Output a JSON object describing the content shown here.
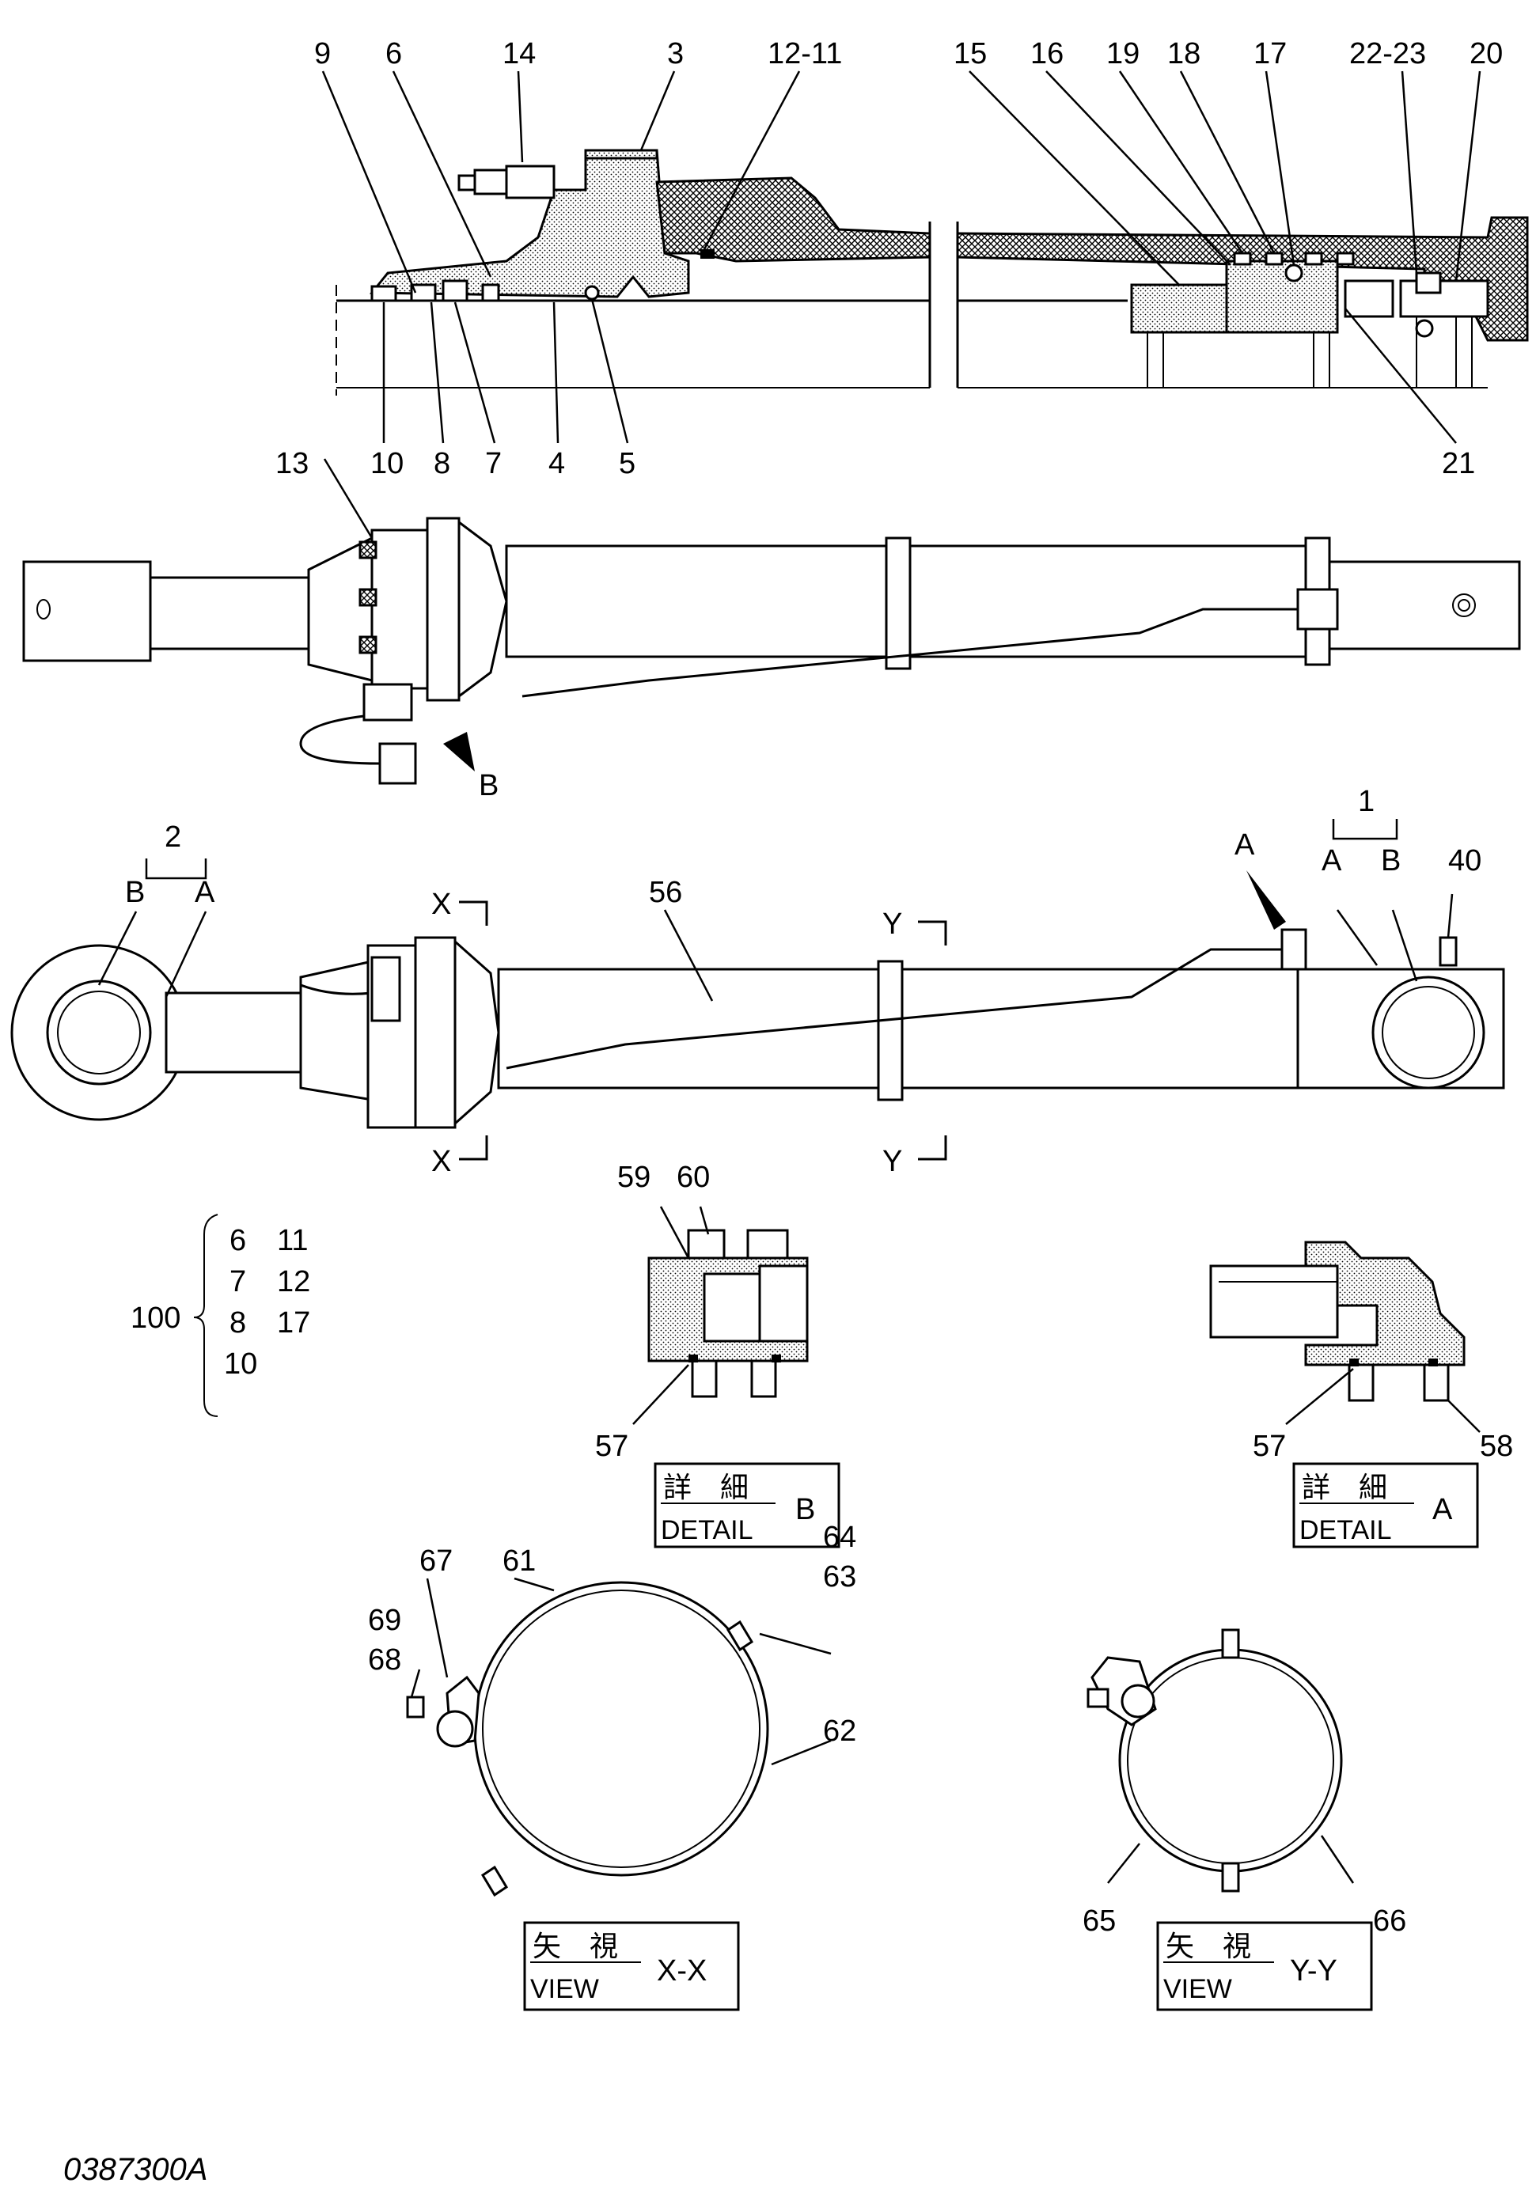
{
  "drawing_number": "0387300A",
  "callouts": {
    "top": [
      "9",
      "6",
      "14",
      "3",
      "12-11",
      "15",
      "16",
      "19",
      "18",
      "17",
      "22-23",
      "20"
    ],
    "top_bottom": [
      "10",
      "8",
      "7",
      "4",
      "5",
      "21"
    ],
    "mid": [
      "13",
      "B"
    ],
    "main": [
      "2",
      "B",
      "A",
      "X",
      "Y",
      "56",
      "Y",
      "1",
      "A",
      "B",
      "40",
      "A",
      "X"
    ],
    "detail_b": [
      "59",
      "60",
      "57"
    ],
    "detail_a": [
      "57",
      "58"
    ],
    "view_x": [
      "67",
      "61",
      "69",
      "68",
      "64",
      "63",
      "62"
    ],
    "view_y": [
      "65",
      "66"
    ]
  },
  "kit": {
    "number": "100",
    "col1": [
      "6",
      "7",
      "8",
      "10"
    ],
    "col2": [
      "11",
      "12",
      "17"
    ]
  },
  "boxes": {
    "detail_b": {
      "jp": "詳　細",
      "en": "DETAIL",
      "id": "B"
    },
    "detail_a": {
      "jp": "詳　細",
      "en": "DETAIL",
      "id": "A"
    },
    "view_x": {
      "jp": "矢　視",
      "en": "VIEW",
      "id": "X-X"
    },
    "view_y": {
      "jp": "矢　視",
      "en": "VIEW",
      "id": "Y-Y"
    }
  }
}
